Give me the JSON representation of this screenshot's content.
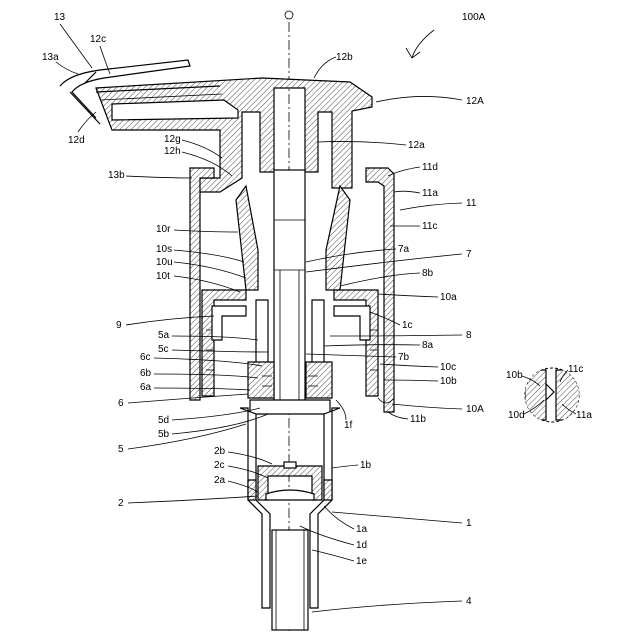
{
  "figure": {
    "axis_mark": "O",
    "assembly_label": "100A"
  },
  "labels": [
    {
      "id": "13",
      "text": "13"
    },
    {
      "id": "13a",
      "text": "13a"
    },
    {
      "id": "12c",
      "text": "12c"
    },
    {
      "id": "12d",
      "text": "12d"
    },
    {
      "id": "12b",
      "text": "12b"
    },
    {
      "id": "12A",
      "text": "12A"
    },
    {
      "id": "12g",
      "text": "12g"
    },
    {
      "id": "12h",
      "text": "12h"
    },
    {
      "id": "12a",
      "text": "12a"
    },
    {
      "id": "13b",
      "text": "13b"
    },
    {
      "id": "11d",
      "text": "11d"
    },
    {
      "id": "11a",
      "text": "11a"
    },
    {
      "id": "11",
      "text": "11"
    },
    {
      "id": "11c",
      "text": "11c"
    },
    {
      "id": "10r",
      "text": "10r"
    },
    {
      "id": "10s",
      "text": "10s"
    },
    {
      "id": "10u",
      "text": "10u"
    },
    {
      "id": "10t",
      "text": "10t"
    },
    {
      "id": "7a",
      "text": "7a"
    },
    {
      "id": "7",
      "text": "7"
    },
    {
      "id": "8b",
      "text": "8b"
    },
    {
      "id": "10a",
      "text": "10a"
    },
    {
      "id": "9",
      "text": "9"
    },
    {
      "id": "1c",
      "text": "1c"
    },
    {
      "id": "8",
      "text": "8"
    },
    {
      "id": "5a",
      "text": "5a"
    },
    {
      "id": "5c",
      "text": "5c"
    },
    {
      "id": "8a",
      "text": "8a"
    },
    {
      "id": "7b",
      "text": "7b"
    },
    {
      "id": "6c",
      "text": "6c"
    },
    {
      "id": "6b",
      "text": "6b"
    },
    {
      "id": "6a",
      "text": "6a"
    },
    {
      "id": "10c",
      "text": "10c"
    },
    {
      "id": "10b",
      "text": "10b"
    },
    {
      "id": "6",
      "text": "6"
    },
    {
      "id": "10A",
      "text": "10A"
    },
    {
      "id": "5d",
      "text": "5d"
    },
    {
      "id": "5b",
      "text": "5b"
    },
    {
      "id": "1f",
      "text": "1f"
    },
    {
      "id": "11b",
      "text": "11b"
    },
    {
      "id": "5",
      "text": "5"
    },
    {
      "id": "2b",
      "text": "2b"
    },
    {
      "id": "2c",
      "text": "2c"
    },
    {
      "id": "2a",
      "text": "2a"
    },
    {
      "id": "1b",
      "text": "1b"
    },
    {
      "id": "2",
      "text": "2"
    },
    {
      "id": "1a",
      "text": "1a"
    },
    {
      "id": "1",
      "text": "1"
    },
    {
      "id": "1d",
      "text": "1d"
    },
    {
      "id": "1e",
      "text": "1e"
    },
    {
      "id": "4",
      "text": "4"
    },
    {
      "id": "d10b",
      "text": "10b"
    },
    {
      "id": "d11c",
      "text": "11c"
    },
    {
      "id": "d10d",
      "text": "10d"
    },
    {
      "id": "d11a",
      "text": "11a"
    }
  ]
}
